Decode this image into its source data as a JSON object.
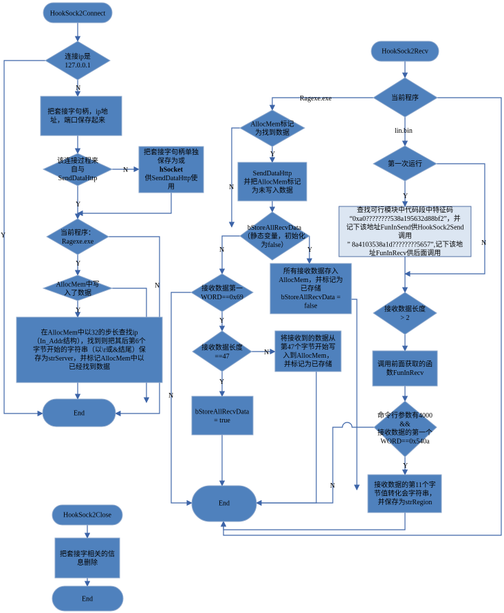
{
  "nodes": {
    "hs2c_start": [
      "HookSock2Connect"
    ],
    "ip_check": [
      "连接ip是",
      "127.0.0.1"
    ],
    "save_socket": [
      "把套接字句柄，ip地",
      "址，端口保存起来"
    ],
    "from_sdh": [
      "该连接过程来",
      "自与",
      "SendDataHttp"
    ],
    "save_hsocket": [
      "把套接字句柄单独",
      "保存为或",
      "hSocket",
      "供SendDataHttp使",
      "用"
    ],
    "ragexe_check": [
      "当前程序：",
      "Ragexe.exe"
    ],
    "allocmem_written": [
      "AllocMem中写",
      "入了数据"
    ],
    "search_ip": [
      "在AllocMem中以32的步长查找ip",
      "（In_Addr结构），找到则把其后第6个",
      "字节开始的字符串（以\\r或&结尾）保",
      "存为strServer，并标记AllocMem中以",
      "已经找到数据"
    ],
    "end1": [
      "End"
    ],
    "hs2close": [
      "HookSock2Close"
    ],
    "delete_info": [
      "把套接字相关的信",
      "息删除"
    ],
    "end3": [
      "End"
    ],
    "hs2recv": [
      "HookSock2Recv"
    ],
    "cur_program": [
      "当前程序"
    ],
    "allocmem_found": [
      "AllocMem标记",
      "为找到数据"
    ],
    "senddatahttp": [
      "SendDataHttp",
      "并把AllocMem标记",
      "为未写入数据"
    ],
    "bstore_check": [
      "bStoreAllRecvData",
      "（静态变量，初始化",
      "为false）"
    ],
    "store_all": [
      "所有接收数据存入",
      "AllocMem，并标记为",
      "已存储",
      "bStoreAllRecvData =",
      "false"
    ],
    "word_check": [
      "接收数据第一",
      "WORD==0x69"
    ],
    "len47_check": [
      "接收数据长度",
      "==47"
    ],
    "write_47": [
      "将接收到的数据从",
      "第47个字节开始写",
      "入到AllocMem，",
      "并标记为已存储"
    ],
    "bstore_true": [
      "bStoreAllRecvData",
      "= true"
    ],
    "end2": [
      "End"
    ],
    "first_run": [
      "第一次运行"
    ],
    "find_code": [
      "查找可行模块中代码段中特征码",
      "“0xa0????????538a195632d88bf2”，并",
      "记下该地址FunInSend供HookSock2Send",
      "调用",
      "” 8a4103538a1d????????5657”,记下该地",
      "址FunInRecv供后面调用"
    ],
    "len_gt2": [
      "接收数据长度",
      "> 2"
    ],
    "call_funinrecv": [
      "调用前面获取的函",
      "数FunInRecv"
    ],
    "cmd_check": [
      "命令行参数有4000",
      "&&",
      "接收数据的第一个",
      "WORD==0x540a"
    ],
    "store_region": [
      "接收数据的第11个字",
      "节值转化会字符串，",
      "并保存为strRegion"
    ]
  },
  "bold_lines": [
    "hSocket",
    "strRegion"
  ],
  "edge_labels": {
    "ip_n": "N",
    "ip_y": "Y",
    "sdh_n": "N",
    "sdh_y": "Y",
    "rag_y": "Y",
    "rag_n": "N",
    "alloc_y": "Y",
    "ragexe": "Ragexe.exe",
    "linbin": "lin.bin",
    "found_y": "Y",
    "found_n": "N",
    "bstore_n": "N",
    "bstore_y": "Y",
    "word_y": "Y",
    "word_n": "N",
    "len47_n": "N",
    "len47_y": "Y",
    "first_y": "Y",
    "first_n": "N",
    "cmd_y": "Y",
    "cmd_n": "N"
  }
}
